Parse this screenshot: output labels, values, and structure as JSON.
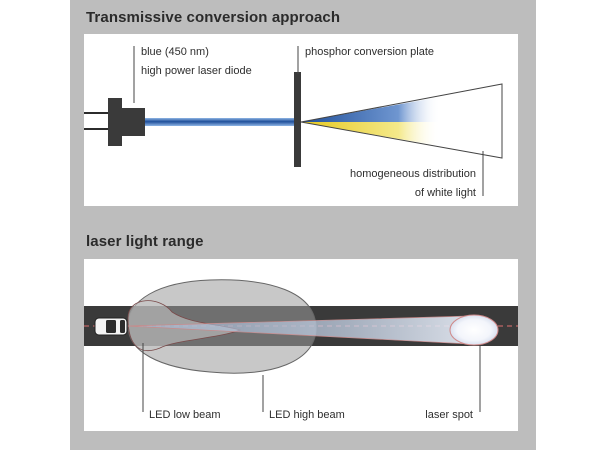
{
  "sections": {
    "top": {
      "title": "Transmissive conversion approach"
    },
    "bottom": {
      "title": "laser light range"
    }
  },
  "top_labels": {
    "laser_line1": "blue (450 nm)",
    "laser_line2": "high power laser diode",
    "plate": "phosphor conversion plate",
    "dist_line1": "homogeneous distribution",
    "dist_line2": "of white light"
  },
  "bottom_labels": {
    "low_beam": "LED low beam",
    "high_beam": "LED high beam",
    "laser_spot": "laser spot"
  },
  "colors": {
    "panel": "#bdbdbd",
    "laser_blue": "#1f4f9a",
    "phosphor_yellow": "#f2e04a",
    "road": "#3a3a3a",
    "lane_dash": "#e07070"
  }
}
